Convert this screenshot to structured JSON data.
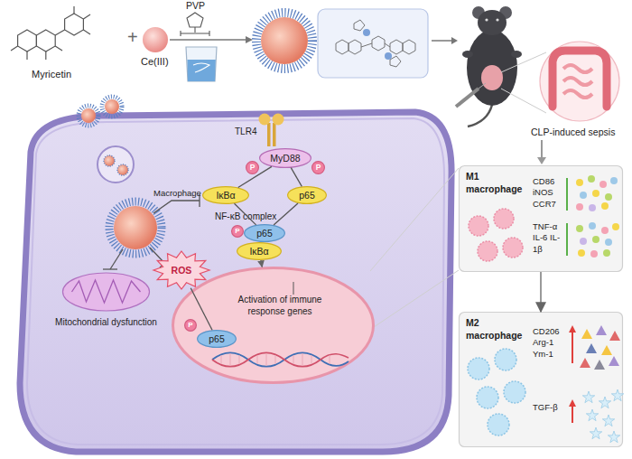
{
  "diagram": {
    "nodes": [
      {
        "text": [
          "MyD88"
        ]
      },
      {
        "text": [
          "P"
        ]
      },
      {
        "text": [
          "P"
        ]
      },
      {
        "text": [
          "IκBα"
        ]
      },
      {
        "text": [
          "p65"
        ]
      },
      {
        "text": [
          "P"
        ]
      },
      {
        "text": [
          "p65"
        ]
      },
      {
        "text": [
          "IκBα"
        ]
      },
      {
        "text": [
          "ROS"
        ]
      },
      {
        "text": [
          "Activation of immune response genes"
        ]
      },
      {
        "text": [
          "P"
        ],
        "in": 9
      },
      {
        "text": [
          "p65"
        ],
        "in": 9
      },
      {
        "text": [
          "M1 macrophage",
          "CD86 iNOS CCR7",
          "TNF-α IL-6 IL-1β"
        ]
      },
      {
        "text": [
          "M2 macrophage",
          "CD206 Arg-1 Ym-1",
          "TGF-β"
        ]
      },
      {
        "text": [
          "Mitochondrial dysfunction"
        ]
      }
    ],
    "edges": [
      {
        "from": 0,
        "to": 3,
        "arrow": "none"
      },
      {
        "from": 0,
        "to": 4,
        "arrow": "none"
      },
      {
        "from": 3,
        "to": 6,
        "arrow": "none"
      },
      {
        "from": 4,
        "to": 6,
        "arrow": "none"
      },
      {
        "from": 7,
        "to": 9,
        "arrow": "to"
      },
      {
        "from": 8,
        "to": 11,
        "arrow": "none"
      },
      {
        "from": 12,
        "to": 13,
        "arrow": "to"
      }
    ],
    "labels": [
      "Myricetin",
      "+",
      "Ce(III)",
      "PVP",
      "CLP-induced sepsis",
      "TLR4",
      "Macrophage",
      "NF-κB complex"
    ]
  }
}
